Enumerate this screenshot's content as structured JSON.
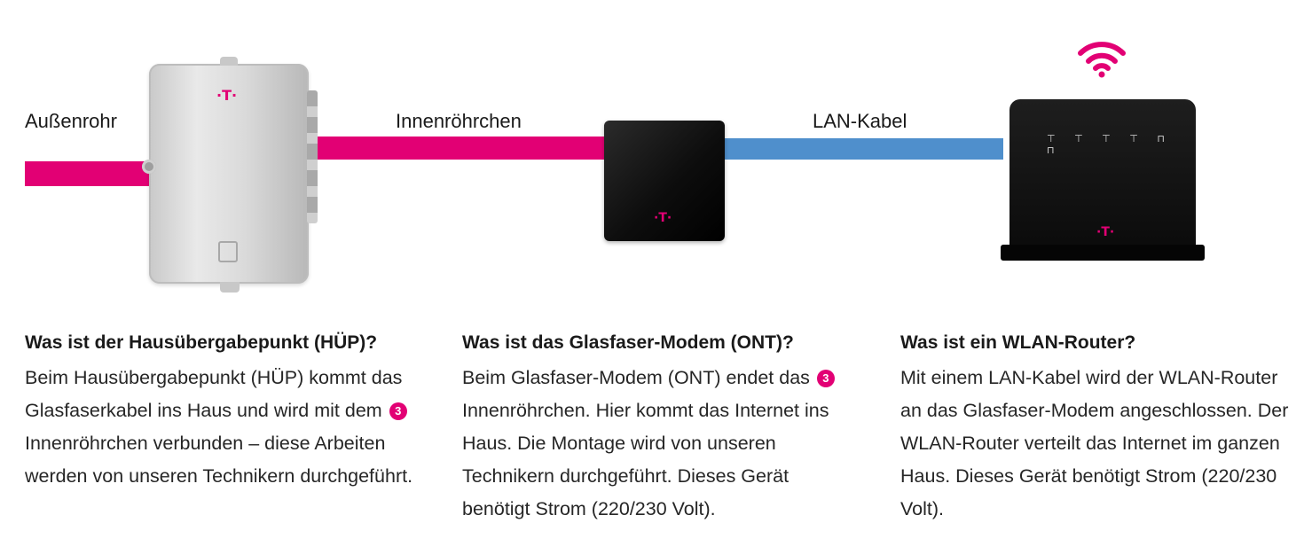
{
  "labels": {
    "outer_pipe": "Außenrohr",
    "inner_pipe": "Innenröhrchen",
    "lan_cable": "LAN-Kabel"
  },
  "brand": {
    "logo_glyph": "·T·",
    "accent": "#e20074",
    "cable_blue": "#4f8fcc"
  },
  "router_leds": "⊤ ⊤ ⊤ ⊤ ⊓ ⊓",
  "columns": [
    {
      "title": "Was ist der Hausübergabepunkt (HÜP)?",
      "text_a": "Beim Hausübergabepunkt (HÜP) kommt das Glasfaserkabel ins Haus und wird mit dem",
      "badge": "3",
      "text_b": "Innenröhrchen verbunden – diese Arbeiten werden von unseren Technikern durchgeführt."
    },
    {
      "title": "Was ist das Glasfaser-Modem (ONT)?",
      "text_a": "Beim Glasfaser-Modem (ONT) endet das",
      "badge": "3",
      "text_b": "Innenröhrchen. Hier kommt das Internet ins Haus. Die Montage wird von unseren Technikern durchgeführt. Dieses Gerät benötigt Strom (220/230 Volt)."
    },
    {
      "title": "Was ist ein WLAN-Router?",
      "text_a": "Mit einem LAN-Kabel wird der WLAN-Router an das Glasfaser-Modem angeschlossen. Der WLAN-Router verteilt das Internet im ganzen Haus. Dieses Gerät benötigt Strom (220/230 Volt)."
    }
  ]
}
